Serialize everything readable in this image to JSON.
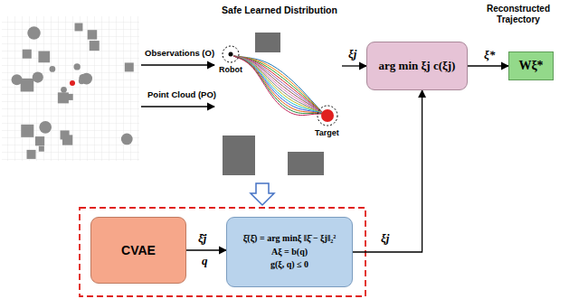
{
  "diagram": {
    "nodes": [
      {
        "text": [
          "Safe Learned Distribution",
          "Robot",
          "Target"
        ]
      },
      {
        "text": [
          "arg min ξj c(ξj)"
        ]
      },
      {
        "text": [
          "Reconstructed Trajectory",
          "Wξ*"
        ]
      },
      {
        "text": [
          "CVAE"
        ]
      },
      {
        "text": [
          "ξ̄(ξ̄) = arg minξ ‖ξ̄ − ξj‖₂²",
          "Aξ = b(q)",
          "g(ξ, q) ≤ 0"
        ]
      }
    ],
    "edges": [
      {
        "from": 0,
        "to": 1,
        "arrow": "to",
        "label": "ξj"
      },
      {
        "from": 1,
        "to": 2,
        "arrow": "to",
        "label": "ξ*"
      },
      {
        "from": 3,
        "to": 4,
        "arrow": "to",
        "label": "ξ̄j"
      },
      {
        "from": 4,
        "to": 1,
        "arrow": "to",
        "label": "ξj"
      }
    ],
    "labels": [
      "Observations (O)",
      "Point Cloud (PO)",
      "q"
    ]
  }
}
